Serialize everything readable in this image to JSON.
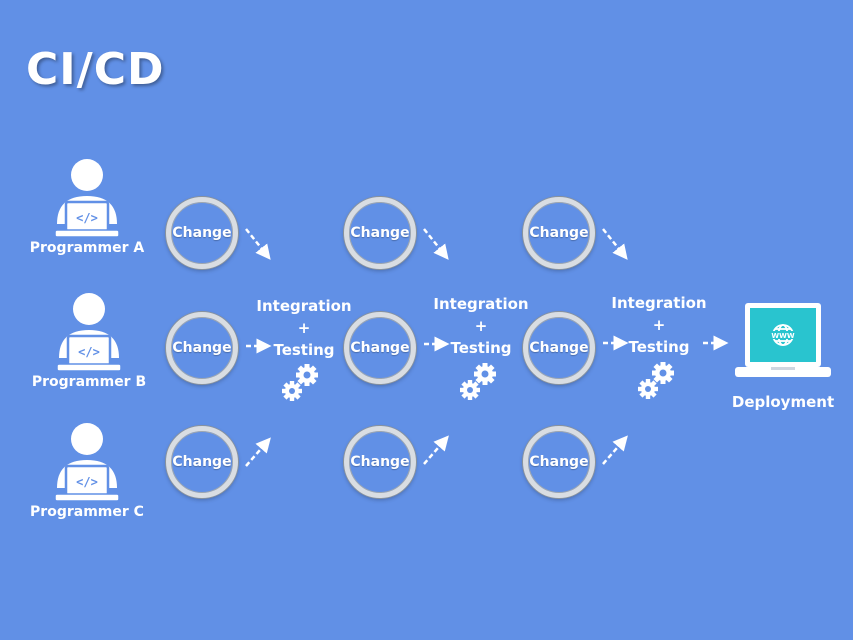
{
  "title": "CI/CD",
  "programmers": [
    {
      "label": "Programmer  A"
    },
    {
      "label": "Programmer  B"
    },
    {
      "label": "Programmer  C"
    }
  ],
  "change_label": "Change",
  "integration": {
    "line1": "Integration",
    "line2": "+",
    "line3": "Testing"
  },
  "deployment_label": "Deployment",
  "icons": {
    "programmer": "programmer-laptop-icon",
    "gears": "gears-icon",
    "deploy": "laptop-globe-icon"
  },
  "colors": {
    "background": "#6190e6",
    "screen": "#29c4cf",
    "ring": "#d9dde2"
  }
}
